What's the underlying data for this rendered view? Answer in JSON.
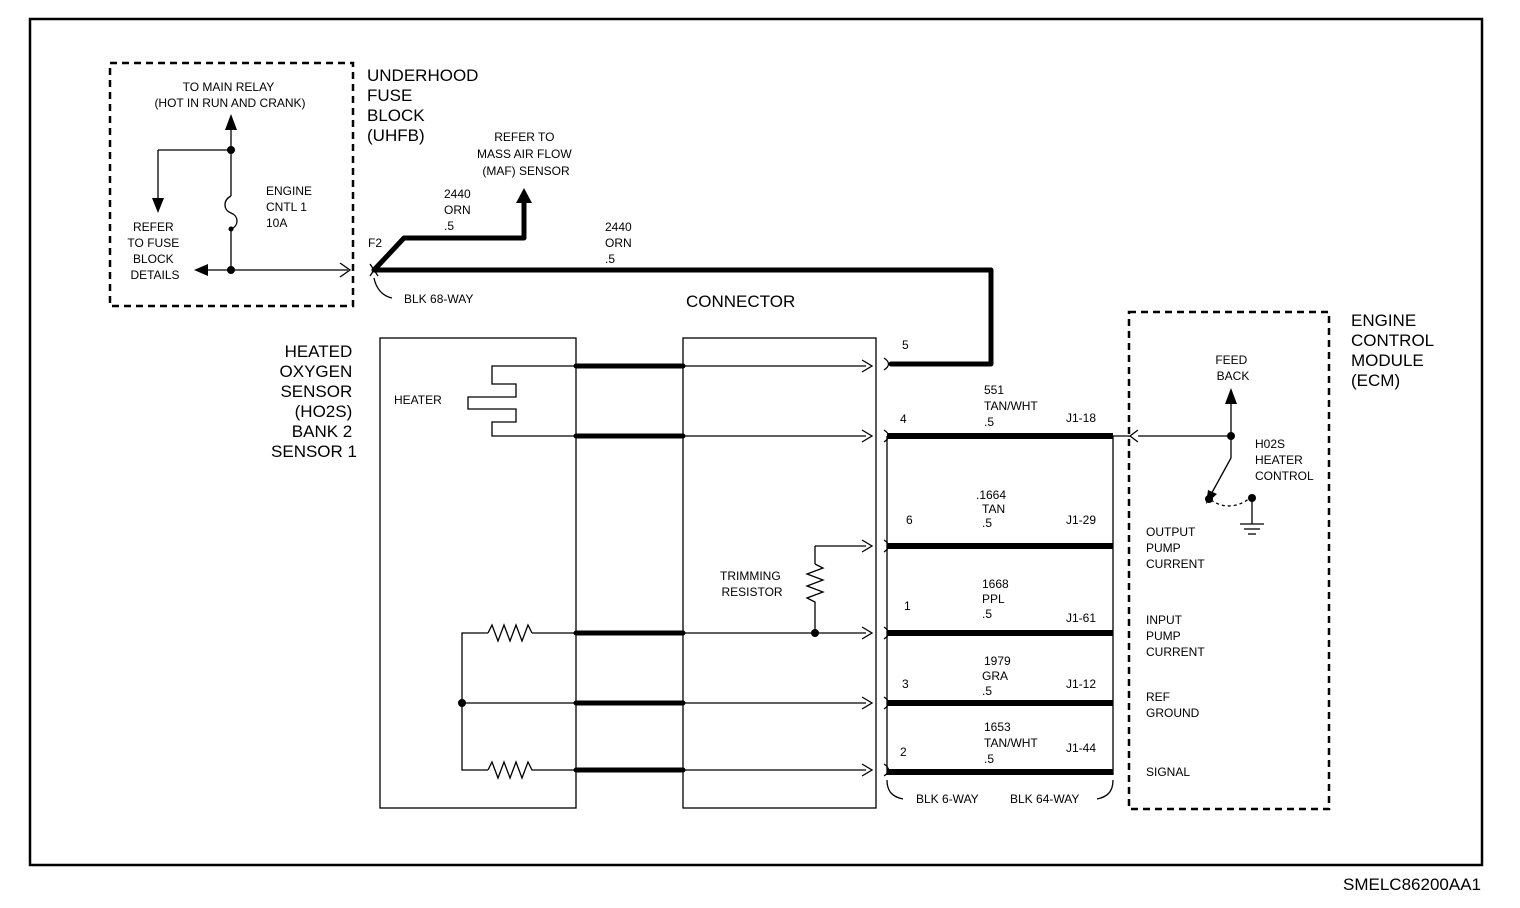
{
  "fuse_block": {
    "title": [
      "UNDERHOOD",
      "FUSE",
      "BLOCK",
      "(UHFB)"
    ],
    "relay_note": [
      "TO MAIN RELAY",
      "(HOT IN RUN AND CRANK)"
    ],
    "fuse_label": [
      "ENGINE",
      "CNTL 1",
      "10A"
    ],
    "refer_fuse": [
      "REFER",
      "TO FUSE",
      "BLOCK",
      "DETAILS"
    ],
    "terminal": "F2",
    "connector": "BLK 68-WAY"
  },
  "maf": {
    "note": [
      "REFER TO",
      "MASS AIR FLOW",
      "(MAF) SENSOR"
    ],
    "wire": [
      "2440",
      "ORN",
      ".5"
    ]
  },
  "main_wire": [
    "2440",
    "ORN",
    ".5"
  ],
  "connector_title": "CONNECTOR",
  "sensor": {
    "title": [
      "HEATED",
      "OXYGEN",
      "SENSOR",
      "(HO2S)",
      "BANK 2",
      "SENSOR 1"
    ],
    "heater": "HEATER",
    "trimming": [
      "TRIMMING",
      "RESISTOR"
    ]
  },
  "ecm": {
    "title": [
      "ENGINE",
      "CONTROL",
      "MODULE",
      "(ECM)"
    ],
    "feedback": [
      "FEED",
      "BACK"
    ],
    "heater_control": [
      "H02S",
      "HEATER",
      "CONTROL"
    ],
    "output_pump": [
      "OUTPUT",
      "PUMP",
      "CURRENT"
    ],
    "input_pump": [
      "INPUT",
      "PUMP",
      "CURRENT"
    ],
    "ref_ground": [
      "REF",
      "GROUND"
    ],
    "signal": "SIGNAL"
  },
  "circuits": [
    {
      "pin": "5"
    },
    {
      "pin": "4",
      "wire": [
        "551",
        "TAN/WHT",
        ".5"
      ],
      "ecm_pin": "J1-18"
    },
    {
      "pin": "6",
      "wire": [
        ".1664",
        "TAN",
        ".5"
      ],
      "ecm_pin": "J1-29"
    },
    {
      "pin": "1",
      "wire": [
        "1668",
        "PPL",
        ".5"
      ],
      "ecm_pin": "J1-61"
    },
    {
      "pin": "3",
      "wire": [
        "1979",
        "GRA",
        ".5"
      ],
      "ecm_pin": "J1-12"
    },
    {
      "pin": "2",
      "wire": [
        "1653",
        "TAN/WHT",
        ".5"
      ],
      "ecm_pin": "J1-44"
    }
  ],
  "connector_6way": "BLK 6-WAY",
  "connector_64way": "BLK 64-WAY",
  "figure_id": "SMELC86200AA1"
}
